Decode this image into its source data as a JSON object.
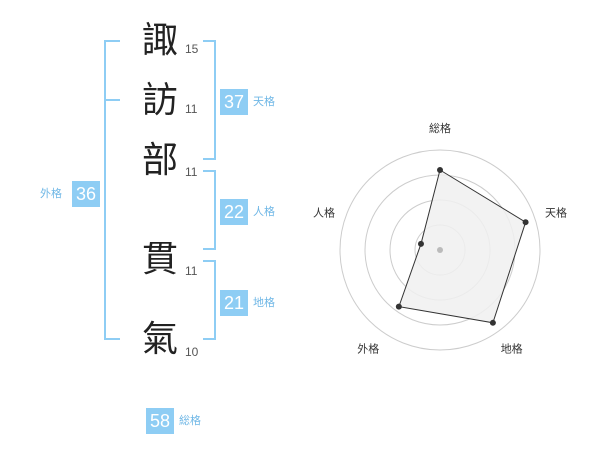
{
  "name_chars": [
    {
      "char": "諏",
      "strokes": "15"
    },
    {
      "char": "訪",
      "strokes": "11"
    },
    {
      "char": "部",
      "strokes": "11"
    },
    {
      "char": "貫",
      "strokes": "11"
    },
    {
      "char": "氣",
      "strokes": "10"
    }
  ],
  "scores": {
    "tenkaku": {
      "value": "37",
      "label": "天格"
    },
    "jinkaku": {
      "value": "22",
      "label": "人格"
    },
    "chikaku": {
      "value": "21",
      "label": "地格"
    },
    "gaikaku": {
      "value": "36",
      "label": "外格"
    },
    "soukaku": {
      "value": "58",
      "label": "総格"
    }
  },
  "radar": {
    "axes": [
      "総格",
      "天格",
      "地格",
      "外格",
      "人格"
    ],
    "levels": [
      0.8,
      0.9,
      0.9,
      0.7,
      0.2
    ],
    "colors": {
      "fill": "#f0f0f0",
      "stroke": "#333333",
      "grid": "#cccccc",
      "point": "#333333",
      "center": "#bbbbbb"
    }
  },
  "accent_color": "#8ecdf4"
}
